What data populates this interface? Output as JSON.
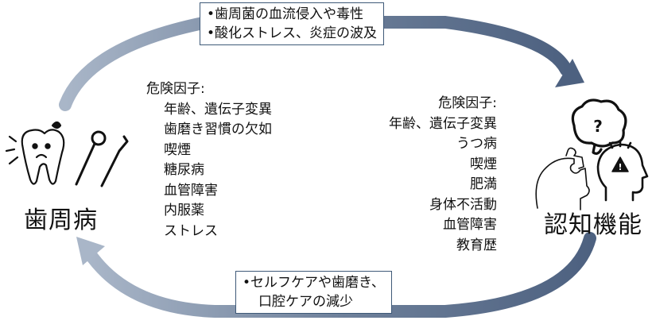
{
  "top_box": {
    "lines": [
      "•歯周菌の血流侵入や毒性",
      "•酸化ストレス、炎症の波及"
    ]
  },
  "bottom_box": {
    "lines": [
      "•セルフケアや歯磨き、",
      "口腔ケアの減少"
    ]
  },
  "left_node": {
    "label": "歯周病",
    "risk_title": "危険因子:",
    "risk_factors": [
      "年齢、遺伝子変異",
      "歯磨き習慣の欠如",
      "喫煙",
      "糖尿病",
      "血管障害",
      "内服薬",
      "ストレス"
    ]
  },
  "right_node": {
    "label": "認知機能",
    "risk_title": "危険因子:",
    "risk_factors": [
      "年齢、遺伝子変異",
      "うつ病",
      "喫煙",
      "肥満",
      "身体不活動",
      "血管障害",
      "教育歴"
    ]
  },
  "icons": {
    "left": [
      "tooth-pain-icon",
      "dental-mirror-icon",
      "dental-explorer-icon"
    ],
    "right": [
      "confused-brain-icon",
      "puzzle-head-icon",
      "warning-head-icon"
    ]
  },
  "colors": {
    "arrow": "#6f819b",
    "box_border": "#3f5a78"
  }
}
